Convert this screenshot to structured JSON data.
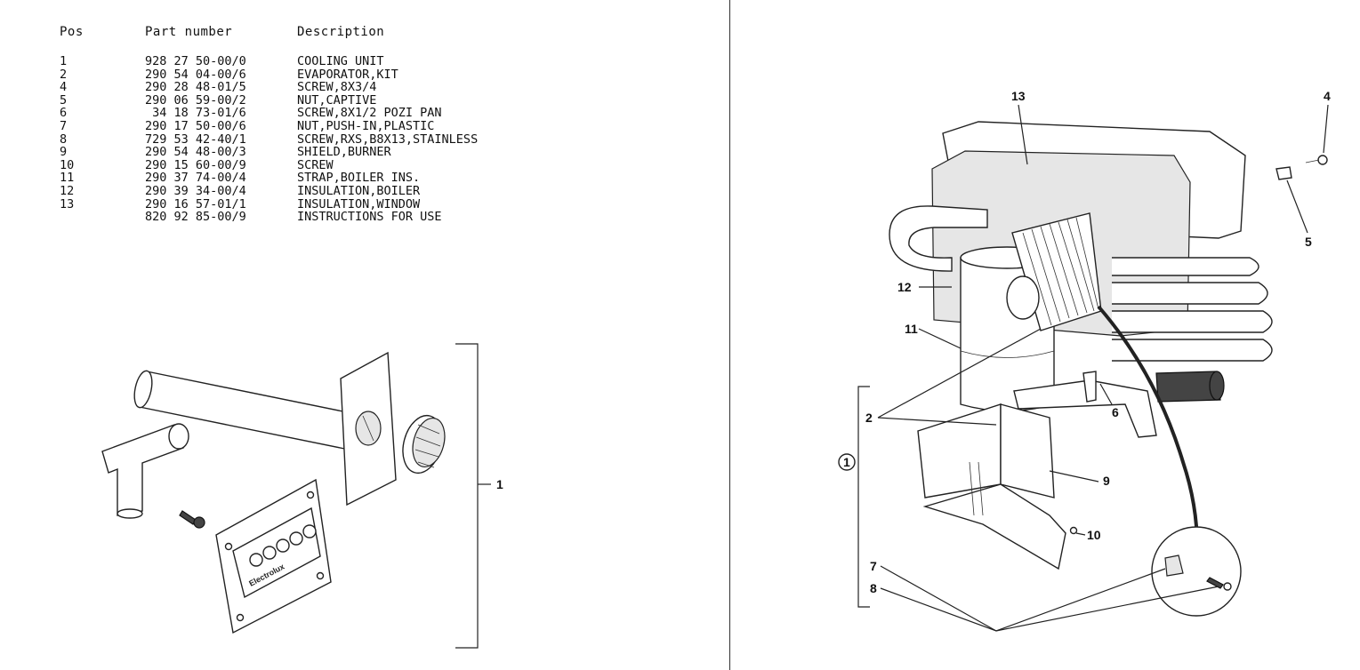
{
  "parts_table": {
    "headers": {
      "pos": "Pos",
      "part_number": "Part number",
      "description": "Description"
    },
    "rows": [
      {
        "pos": "1",
        "part": "928 27 50-00/0",
        "desc": "COOLING UNIT"
      },
      {
        "pos": "2",
        "part": "290 54 04-00/6",
        "desc": "EVAPORATOR,KIT"
      },
      {
        "pos": "4",
        "part": "290 28 48-01/5",
        "desc": "SCREW,8X3/4"
      },
      {
        "pos": "5",
        "part": "290 06 59-00/2",
        "desc": "NUT,CAPTIVE"
      },
      {
        "pos": "6",
        "part": " 34 18 73-01/6",
        "desc": "SCREW,8X1/2 POZI PAN"
      },
      {
        "pos": "7",
        "part": "290 17 50-00/6",
        "desc": "NUT,PUSH-IN,PLASTIC"
      },
      {
        "pos": "8",
        "part": "729 53 42-40/1",
        "desc": "SCREW,RXS,B8X13,STAINLESS"
      },
      {
        "pos": "9",
        "part": "290 54 48-00/3",
        "desc": "SHIELD,BURNER"
      },
      {
        "pos": "10",
        "part": "290 15 60-00/9",
        "desc": "SCREW"
      },
      {
        "pos": "11",
        "part": "290 37 74-00/4",
        "desc": "STRAP,BOILER INS."
      },
      {
        "pos": "12",
        "part": "290 39 34-00/4",
        "desc": "INSULATION,BOILER"
      },
      {
        "pos": "13",
        "part": "290 16 57-01/1",
        "desc": "INSULATION,WINDOW"
      },
      {
        "pos": "",
        "part": "820 92 85-00/9",
        "desc": "INSTRUCTIONS FOR USE"
      }
    ]
  },
  "left_diagram": {
    "callout_1": "1",
    "burner_cover_brand": "Electrolux"
  },
  "right_diagram": {
    "callouts": {
      "c13": "13",
      "c4": "4",
      "c5": "5",
      "c12": "12",
      "c11": "11",
      "c6": "6",
      "c2": "2",
      "c1": "1",
      "c9": "9",
      "c10": "10",
      "c7": "7",
      "c8": "8"
    }
  }
}
